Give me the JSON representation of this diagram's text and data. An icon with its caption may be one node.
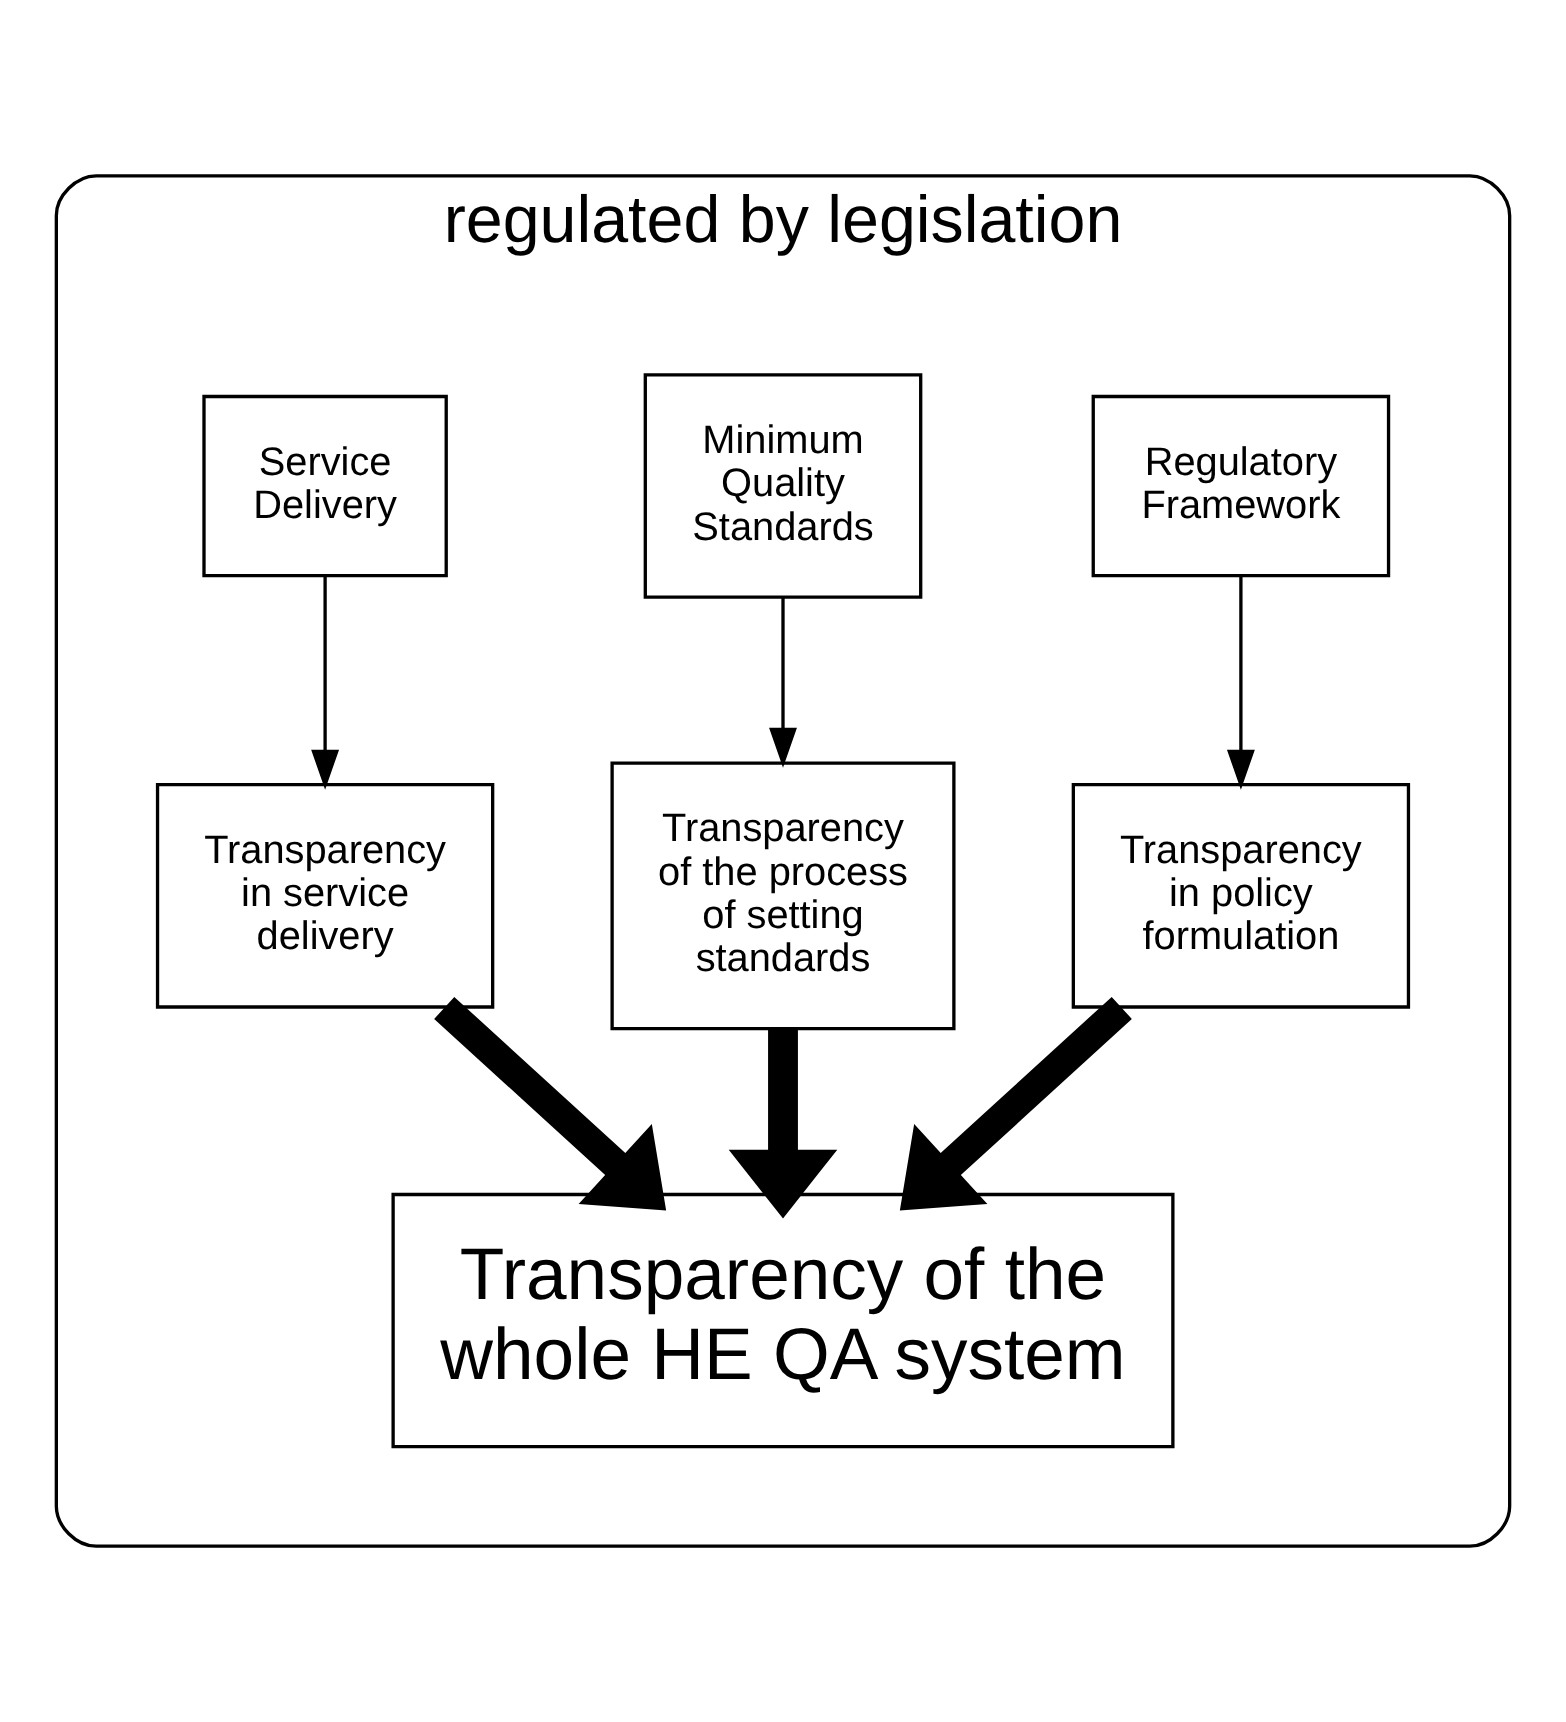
{
  "diagram": {
    "nodes": [
      {
        "text": [
          "regulated by legislation"
        ]
      },
      {
        "text": [
          "Regulatory Framework"
        ],
        "in": 0
      },
      {
        "text": [
          "Minimum Quality Standards"
        ],
        "in": 0
      },
      {
        "text": [
          "Service Delivery"
        ],
        "in": 0
      },
      {
        "text": [
          "Transparency in policy formulation"
        ],
        "in": 0
      },
      {
        "text": [
          "Transparency of the process of setting standards"
        ],
        "in": 0
      },
      {
        "text": [
          "Transparency in service delivery"
        ],
        "in": 0
      },
      {
        "text": [
          "Transparency of the whole HE QA system"
        ],
        "in": 0
      }
    ],
    "edges": [
      {
        "from": 1,
        "to": 4,
        "arrow": "to"
      },
      {
        "from": 2,
        "to": 5,
        "arrow": "to"
      },
      {
        "from": 3,
        "to": 6,
        "arrow": "to"
      },
      {
        "from": 4,
        "to": 7,
        "arrow": "to",
        "style": "thick"
      },
      {
        "from": 5,
        "to": 7,
        "arrow": "to",
        "style": "thick"
      },
      {
        "from": 6,
        "to": 7,
        "arrow": "to",
        "style": "thick"
      }
    ]
  }
}
